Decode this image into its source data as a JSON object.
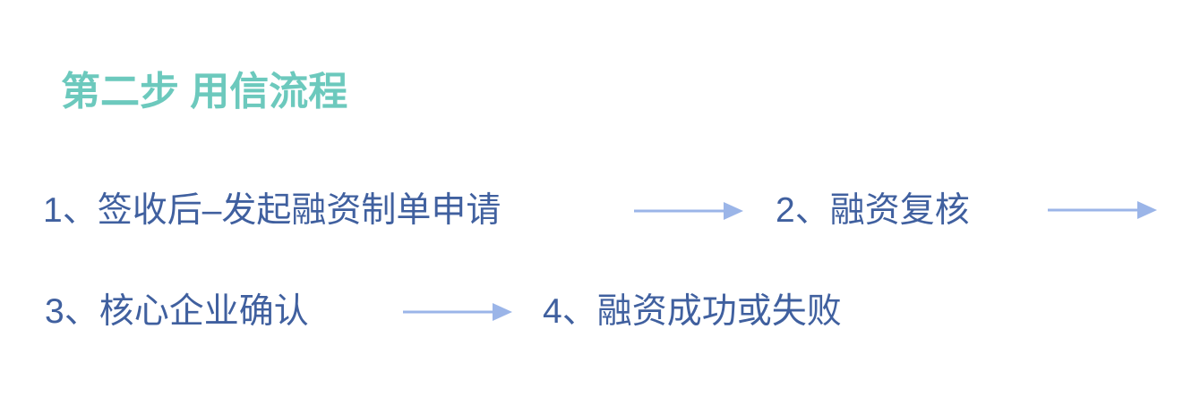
{
  "title": "第二步 用信流程",
  "steps": [
    {
      "label": "1、签收后–发起融资制单申请"
    },
    {
      "label": "2、融资复核"
    },
    {
      "label": "3、核心企业确认"
    },
    {
      "label": "4、融资成功或失败"
    }
  ],
  "colors": {
    "title": "#6cc9bd",
    "text": "#40609f",
    "arrow": "#9bb5e8"
  }
}
